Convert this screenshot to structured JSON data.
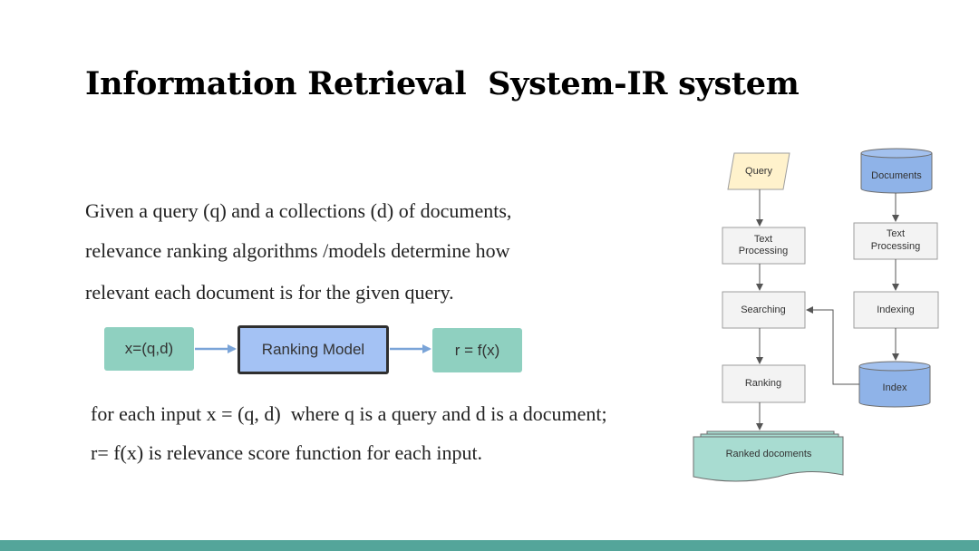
{
  "slide": {
    "title": "Information Retrieval  System-IR system",
    "intro_lines": [
      "Given a query (q) and a collections (d) of documents,",
      "relevance ranking algorithms /models determine how",
      "relevant each document is for the given query."
    ],
    "flow": {
      "input": "x=(q,d)",
      "model": "Ranking Model",
      "output": "r = f(x)"
    },
    "explain_lines": [
      "for each input x = (q, d)  where q is a query and d is a document;",
      "r= f(x) is relevance score function for each input."
    ]
  },
  "diagram": {
    "query": "Query",
    "documents": "Documents",
    "text_processing_left": [
      "Text",
      "Processing"
    ],
    "text_processing_right": [
      "Text",
      "Processing"
    ],
    "searching": "Searching",
    "indexing": "Indexing",
    "ranking": "Ranking",
    "index": "Index",
    "ranked_documents": "Ranked docoments"
  },
  "colors": {
    "teal": "#8fd0c0",
    "blue": "#a4c2f4",
    "query_fill": "#fff2cc",
    "doc_fill": "#8fb3e8",
    "grey_box": "#f3f3f3",
    "ranked_fill": "#a8dcd1",
    "bar": "#54a59a"
  }
}
